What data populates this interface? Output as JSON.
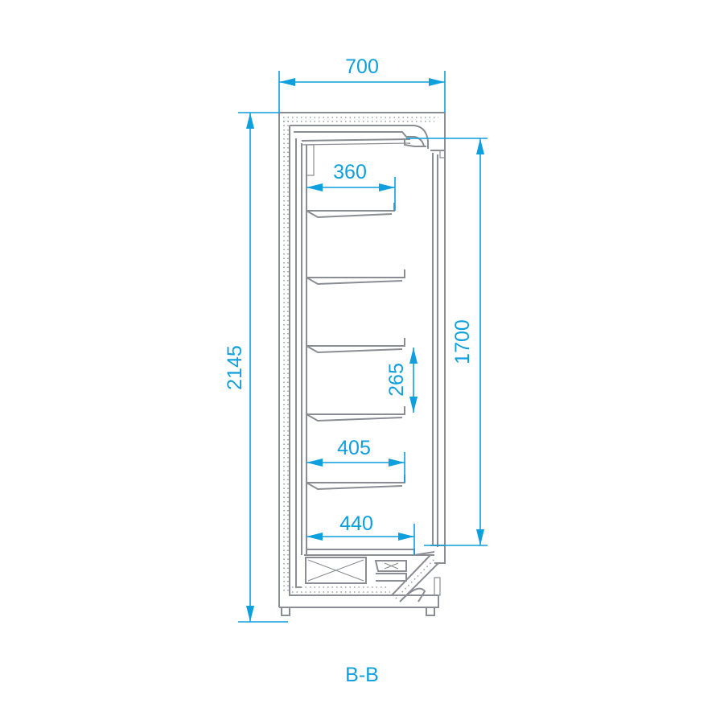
{
  "drawing": {
    "section_label": "B-B",
    "colors": {
      "dimension": "#0d9fde",
      "outline": "#8a8d93"
    },
    "dimensions": {
      "overall_depth": "700",
      "overall_height": "2145",
      "opening_height": "1700",
      "top_shelf_depth": "360",
      "shelf_spacing": "265",
      "lower_shelf_depth": "405",
      "base_depth": "440"
    }
  }
}
